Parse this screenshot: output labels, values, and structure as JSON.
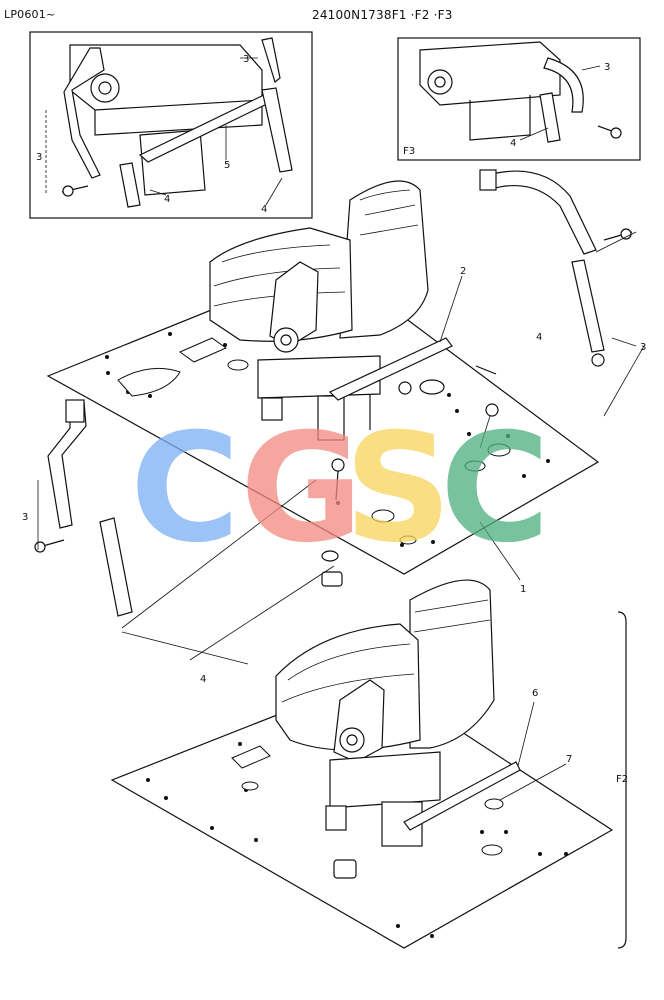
{
  "header": {
    "left_code": "LP0601~",
    "drawing_code": "24100N1738F1 ·F2 ·F3"
  },
  "inset_f3": {
    "label": "F3"
  },
  "group_f2": {
    "label": "F2"
  },
  "callouts": {
    "one": "1",
    "two": "2",
    "three": "3",
    "four": "4",
    "five": "5",
    "six": "6",
    "seven": "7"
  },
  "watermark": {
    "letters": [
      "C",
      "G",
      "S",
      "C"
    ],
    "colors": [
      "#7ab0f5",
      "#f28a80",
      "#f7d35a",
      "#4caf7e"
    ]
  }
}
